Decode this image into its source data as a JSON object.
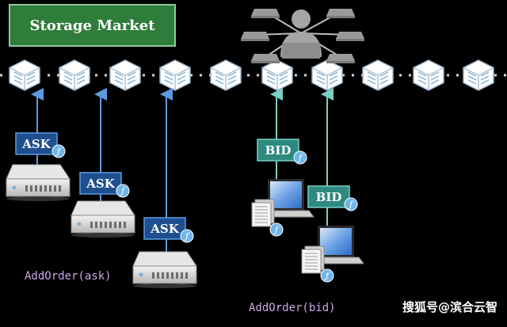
{
  "title": "Storage Market",
  "ask_label": "ASK",
  "bid_label": "BID",
  "filecoin_symbol": "ƒ",
  "ask_caption": "AddOrder(ask)",
  "bid_caption": "AddOrder(bid)",
  "watermark": "搜狐号@滨合云智",
  "colors": {
    "title_bg": "#2f7d3a",
    "ask_tag": "#1f4f8f",
    "ask_arrow": "#5b9be0",
    "bid_tag": "#2e8a80",
    "bid_arrow": "#79cfc4",
    "caption": "#c9a8e6"
  },
  "diagram": {
    "chain_blocks": 10,
    "asks": 3,
    "bids": 2
  }
}
